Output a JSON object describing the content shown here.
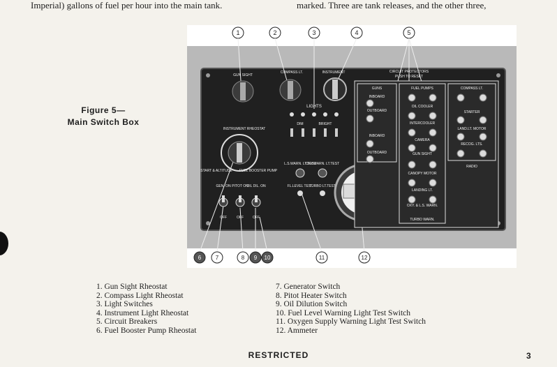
{
  "page": {
    "top_left_text": "Imperial) gallons of fuel per hour into the main tank.",
    "top_right_text": "marked. Three are tank releases, and the other three,",
    "figure_caption_line1": "Figure 5—",
    "figure_caption_line2": "Main Switch Box",
    "footer": "RESTRICTED",
    "page_number": "3"
  },
  "callouts_top": [
    "1",
    "2",
    "3",
    "4",
    "5"
  ],
  "callouts_bottom": [
    "6",
    "7",
    "8",
    "9",
    "10",
    "11",
    "12"
  ],
  "panel_labels": {
    "gun_sight": "GUN SIGHT",
    "compass_lt": "COMPASS LT.",
    "instrument": "INSTRUMENT",
    "circuit_protectors_1": "CIRCUIT PROTECTORS",
    "circuit_protectors_2": "PUSH TO RESET",
    "lights": "LIGHTS",
    "inst_rheostat": "INSTRUMENT RHEOSTAT",
    "start_altitude": "START & ALTITUDE",
    "fuel_booster": "FUEL BOOSTER PUMP",
    "l_s_warn": "L.S.WARN. LT.TEST",
    "oxy_warn": "OXY.WARN. LT.TEST",
    "fl_level": "FL.LEVEL TEST",
    "turbo": "TURBO LT.TEST",
    "gen_on": "GEN. ON",
    "pitot_on": "PITOT ON",
    "oil_dil": "OIL DIL. ON",
    "off": "OFF",
    "guns": "GUNS",
    "inboard": "INBOARD",
    "outboard": "OUTBOARD",
    "fuel_pumps": "FUEL PUMPS",
    "compass_lt_2": "COMPASS LT.",
    "oil_cooler": "OIL COOLER",
    "intercooler": "INTERCOOLER",
    "camera": "CAMERA",
    "gun_sight_2": "GUN SIGHT",
    "canopy_motor": "CANOPY MOTOR",
    "landing_lt": "LANDING LT.",
    "oxy_warn_2": "OXY. & L.S. WARN.",
    "turbo_warn": "TURBO WARN.",
    "starter": "STARTER",
    "land_lt_motor": "LAND.LT. MOTOR",
    "recog_lts": "RECOG. LTS.",
    "radio": "RADIO",
    "dim": "DIM",
    "bright": "BRIGHT"
  },
  "legend_left": [
    "1. Gun Sight Rheostat",
    "2. Compass Light Rheostat",
    "3. Light Switches",
    "4. Instrument Light Rheostat",
    "5. Circuit Breakers",
    "6. Fuel Booster Pump Rheostat"
  ],
  "legend_right": [
    "7. Generator Switch",
    "8. Pitot Heater Switch",
    "9. Oil Dilution Switch",
    "10. Fuel Level Warning Light Test Switch",
    "11. Oxygen Supply Warning Light Test Switch",
    "12. Ammeter"
  ]
}
